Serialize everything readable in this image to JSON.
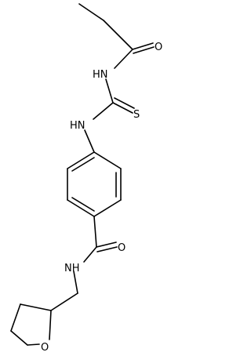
{
  "molecule": {
    "atoms": {
      "ketone_oxygen": "O",
      "amide_nitrogen_top": "HN",
      "sulfur": "S",
      "thiourea_nitrogen": "HN",
      "amide_oxygen": "O",
      "amide_nitrogen_bottom": "NH",
      "ring_oxygen": "O"
    }
  }
}
